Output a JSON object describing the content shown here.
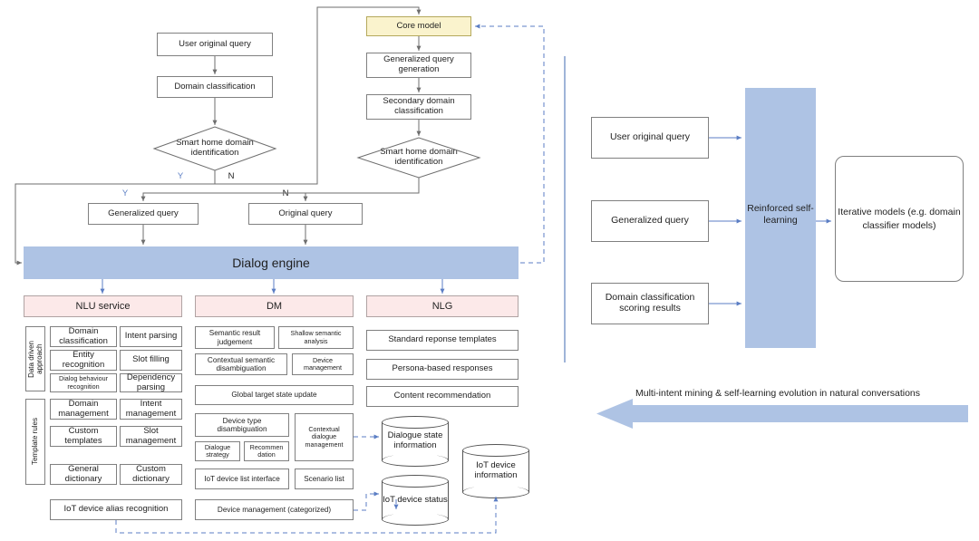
{
  "left_panel": {
    "flow_top": {
      "user_original_query": "User original query",
      "domain_classification": "Domain classification",
      "smart_home_decision_1": "Smart home domain identification",
      "core_model": "Core model",
      "generalized_query_generation": "Generalized query generation",
      "secondary_domain_classification": "Secondary domain classification",
      "smart_home_decision_2": "Smart home domain identification",
      "generalized_query": "Generalized query",
      "original_query": "Original query",
      "yes_label_1": "Y",
      "no_label_1": "N",
      "yes_label_2": "Y",
      "no_label_2": "N"
    },
    "dialog_engine": "Dialog engine",
    "columns": [
      {
        "header": "NLU service",
        "group_labels": [
          "Data driven\napproach",
          "Template rules"
        ],
        "data_driven": [
          [
            "Domain classification",
            "Intent parsing"
          ],
          [
            "Entity recognition",
            "Slot filling"
          ],
          [
            "Dialog behaviour recognition",
            "Dependency parsing"
          ]
        ],
        "template_rules": [
          [
            "Domain management",
            "Intent management"
          ],
          [
            "Custom templates",
            "Slot management"
          ],
          [
            "General dictionary",
            "Custom dictionary"
          ]
        ],
        "footer": "IoT device alias recognition"
      },
      {
        "header": "DM",
        "rows": [
          [
            "Semantic result judgement",
            "Shallow semantic analysis"
          ],
          [
            "Contextual semantic disambiguation",
            "Device management"
          ],
          [
            "Global target state update"
          ],
          [
            "Device type disambiguation",
            "Contextual dialogue management"
          ],
          [
            "Dialogue strategy",
            "Recommen dation"
          ],
          [
            "IoT device list interface",
            "Scenario list"
          ]
        ],
        "footer": "Device management (categorized)"
      },
      {
        "header": "NLG",
        "rows": [
          [
            "Standard reponse templates"
          ],
          [
            "Persona-based responses"
          ],
          [
            "Content recommendation"
          ]
        ]
      }
    ],
    "datastores": [
      "Dialogue state information",
      "IoT device status",
      "IoT device information"
    ]
  },
  "right_panel": {
    "inputs": [
      "User original query",
      "Generalized query",
      "Domain classification scoring results"
    ],
    "processor": "Reinforced self-learning",
    "output": "Iterative models (e.g. domain classifier models)",
    "caption": "Multi-intent mining & self-learning evolution in natural conversations"
  },
  "colors": {
    "accent_blue": "#aec3e4",
    "core_yellow": "#faf3cd",
    "service_pink": "#fce9e9",
    "arrow_blue": "#5b7ec4",
    "stroke_gray": "#808080"
  }
}
